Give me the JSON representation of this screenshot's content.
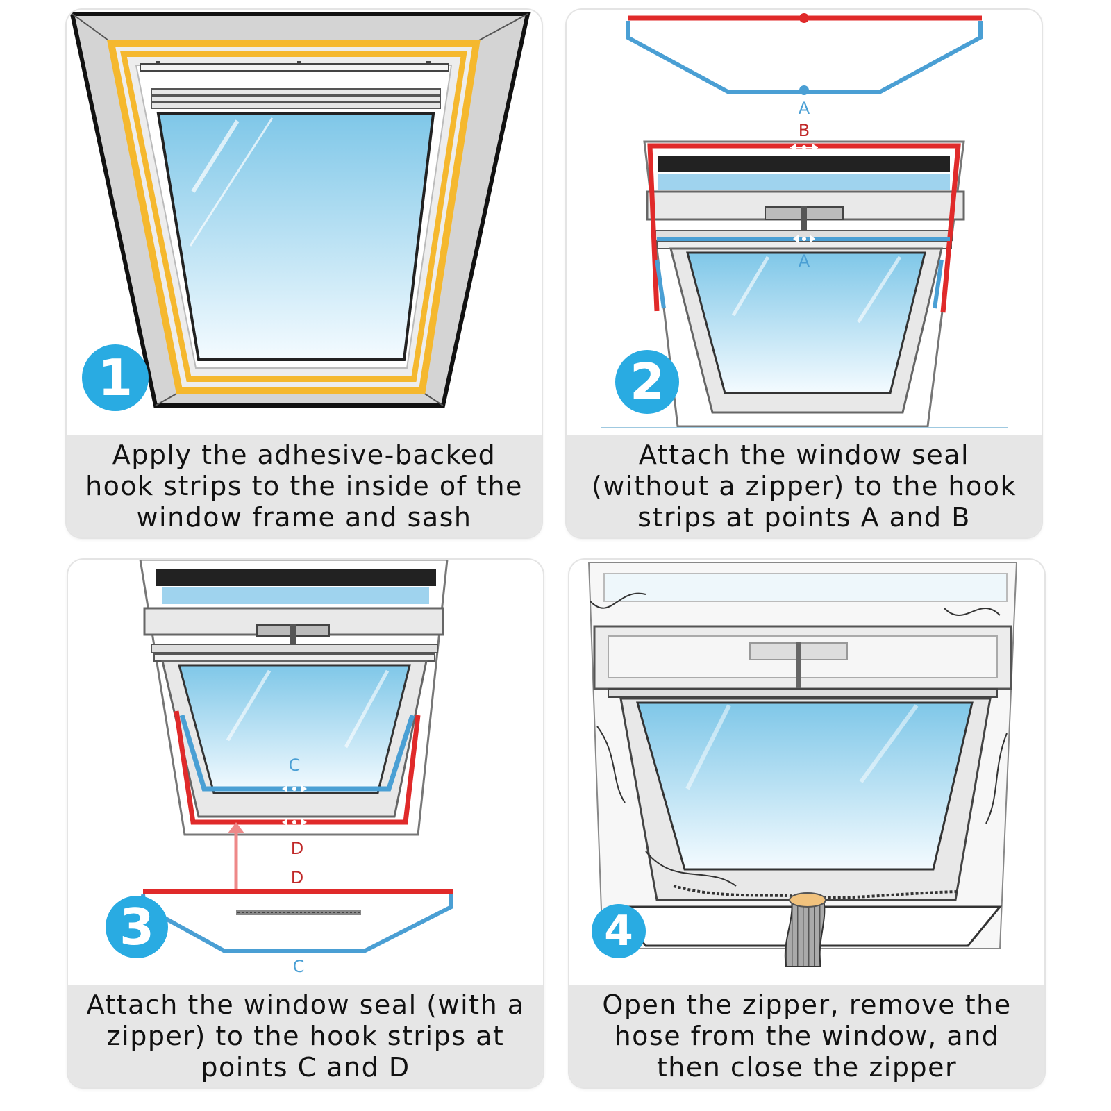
{
  "steps": [
    {
      "number": "1",
      "caption": "Apply the adhesive-backed hook strips to the inside of the window frame and sash"
    },
    {
      "number": "2",
      "caption": "Attach the window seal (without a zipper) to the hook strips at points A and B",
      "labels": {
        "a_top": "A",
        "b": "B",
        "a_bottom": "A"
      }
    },
    {
      "number": "3",
      "caption": "Attach the window seal (with a zipper) to the hook strips at points C and D",
      "labels": {
        "c_top": "C",
        "d_top": "D",
        "d_bottom": "D",
        "c_bottom": "C"
      }
    },
    {
      "number": "4",
      "caption": "Open the zipper, remove the hose from the window, and then close the zipper"
    }
  ],
  "colors": {
    "badge": "#29abe2",
    "hook_strip_yellow": "#f5b82e",
    "seal_red": "#e02a2a",
    "seal_blue": "#4a9fd4",
    "glass_top": "#7fc7e8",
    "caption_bg": "#e6e6e6"
  },
  "icons": [
    "hook-strip",
    "window-seal",
    "zipper",
    "exhaust-hose"
  ]
}
